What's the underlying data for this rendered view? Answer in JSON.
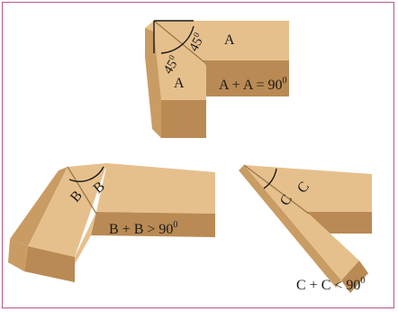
{
  "joint_a": {
    "angle_left": "45",
    "angle_right": "45",
    "angle_sup": "0",
    "label_top": "A",
    "label_bottom": "A",
    "equation": "A + A = 90",
    "equation_sup": "0"
  },
  "joint_b": {
    "label_left": "B",
    "label_right": "B",
    "equation": "B + B > 90",
    "equation_sup": "0"
  },
  "joint_c": {
    "label_left": "C",
    "label_right": "C",
    "equation": "C + C < 90",
    "equation_sup": "0"
  },
  "colors": {
    "frame_border": "#b9558f",
    "wood_top": "#e6c08c",
    "wood_front": "#b98a53",
    "wood_side": "#c99c64"
  }
}
